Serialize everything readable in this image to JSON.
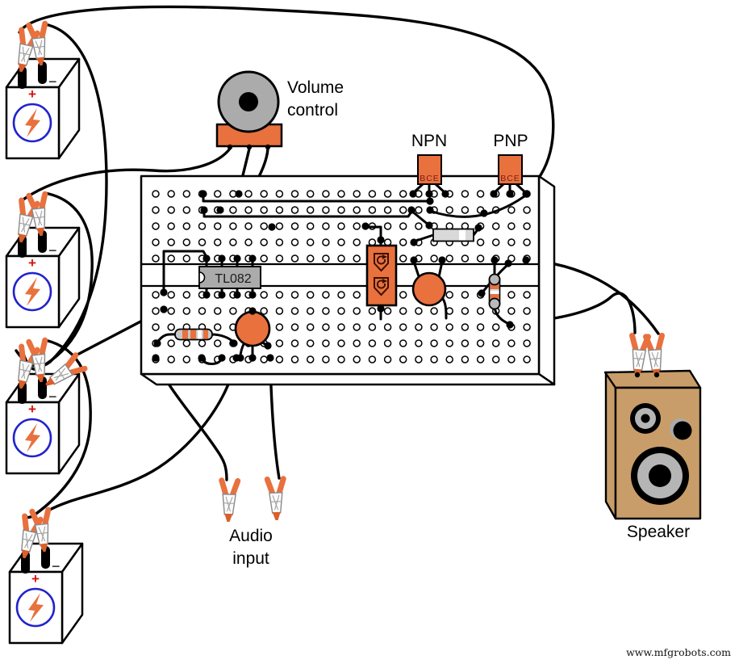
{
  "labels": {
    "volume_line1": "Volume",
    "volume_line2": "control",
    "npn": "NPN",
    "pnp": "PNP",
    "bce": "BCE",
    "ic": "TL082",
    "audio_line1": "Audio",
    "audio_line2": "input",
    "speaker": "Speaker",
    "battery_plus": "+",
    "battery_minus": "−",
    "watermark": "www.mfgrobots.com"
  },
  "colors": {
    "orange": "#e8713e",
    "plus_red": "#dd1111",
    "bce_red": "#7b1a1a",
    "battery_blue": "#2222cc",
    "ic_gray": "#ababab",
    "knob_gray": "#ababab",
    "resistor_gray": "#d9d9d9",
    "speaker_tan": "#c99d69",
    "driver_gray": "#b5b5b5",
    "wire_black": "#000000"
  }
}
